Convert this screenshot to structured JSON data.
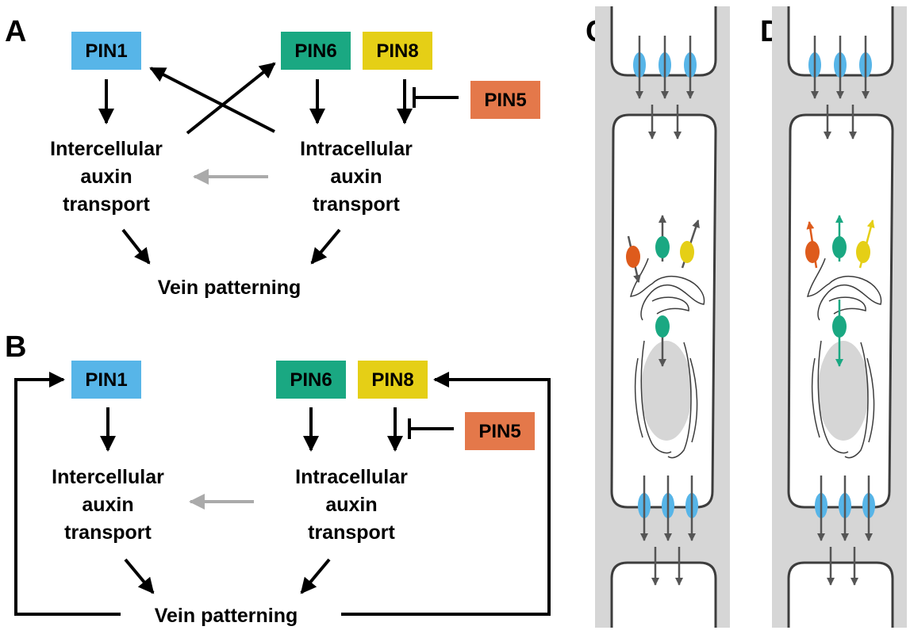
{
  "panels": {
    "a": "A",
    "b": "B",
    "c": "C",
    "d": "D"
  },
  "pins": {
    "pin1": "PIN1",
    "pin6": "PIN6",
    "pin8": "PIN8",
    "pin5": "PIN5"
  },
  "nodes": {
    "intercellular": [
      "Intercellular",
      "auxin",
      "transport"
    ],
    "intracellular": [
      "Intracellular",
      "auxin",
      "transport"
    ],
    "vein": "Vein patterning"
  },
  "colors": {
    "pin1": "#57b5e8",
    "pin6": "#1aa882",
    "pin8": "#e5cf16",
    "pin5": "#e4784a",
    "pin5_dark": "#de5b1c",
    "cell_wall": "#d6d6d6",
    "outline": "#3d3d3d",
    "arrow": "#000000",
    "gray_arrow": "#aaaaaa"
  }
}
